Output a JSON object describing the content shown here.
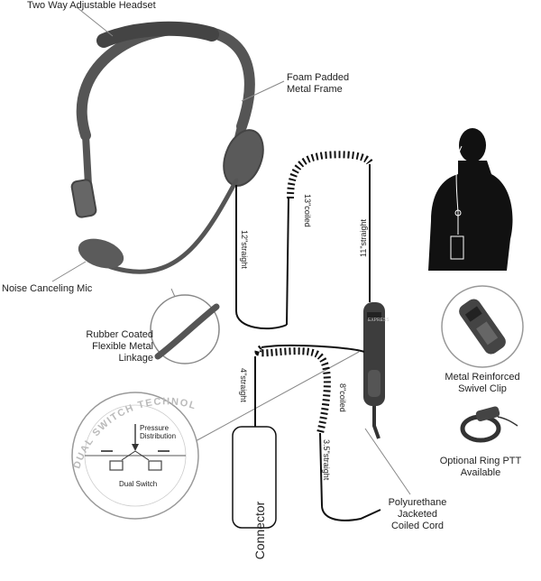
{
  "labels": {
    "headset": "Two Way Adjustable Headset",
    "frame_l1": "Foam Padded",
    "frame_l2": "Metal Frame",
    "mic": "Noise Canceling Mic",
    "linkage_l1": "Rubber Coated",
    "linkage_l2": "Flexible Metal",
    "linkage_l3": "Linkage",
    "clip_l1": "Metal Reinforced",
    "clip_l2": "Swivel Clip",
    "ring_l1": "Optional Ring PTT",
    "ring_l2": "Available",
    "cord_l1": "Polyurethane",
    "cord_l2": "Jacketed",
    "cord_l3": "Coiled Cord",
    "connector": "Connector",
    "dual_switch": "Dual Switch",
    "pressure_l1": "Pressure",
    "pressure_l2": "Distribution",
    "ring_text": "DUAL SWITCH TECHNOLOGY",
    "brand": "EXPRESS"
  },
  "cable": {
    "straight_12": "12\"straight",
    "coiled_13": "13\"coiled",
    "straight_11": "11\"straight",
    "straight_4": "4\"straight",
    "coiled_8": "8\"coiled",
    "straight_35": "3.5\"straight"
  },
  "colors": {
    "headset": "#555555",
    "cord": "#111111",
    "silhouette": "#111111",
    "leader": "#888888"
  }
}
